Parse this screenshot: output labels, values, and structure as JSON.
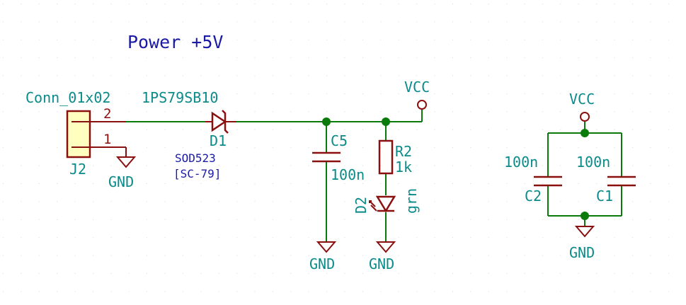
{
  "title": "Power +5V",
  "colors": {
    "wire": "#0a7a0a",
    "symbol": "#8a1010",
    "reference_text": "#0b8a8a",
    "note_text": "#1a1aa6",
    "connector_fill": "#ffffc0",
    "grid_dot": "#c8c8c8"
  },
  "components": {
    "j2": {
      "value": "Conn_01x02",
      "ref": "J2",
      "pin2": "2",
      "pin1": "1"
    },
    "d1": {
      "value": "1PS79SB10",
      "ref": "D1",
      "package": "SOD523",
      "package_alt": "[SC-79]"
    },
    "c5": {
      "ref": "C5",
      "value": "100n"
    },
    "r2": {
      "ref": "R2",
      "value": "1k"
    },
    "d2": {
      "ref": "D2",
      "value": "grn"
    },
    "c2": {
      "ref": "C2",
      "value": "100n"
    },
    "c1": {
      "ref": "C1",
      "value": "100n"
    }
  },
  "power_labels": {
    "vcc_main": "VCC",
    "vcc_decoupling": "VCC",
    "gnd_j2": "GND",
    "gnd_c5": "GND",
    "gnd_d2": "GND",
    "gnd_decoupling": "GND"
  }
}
